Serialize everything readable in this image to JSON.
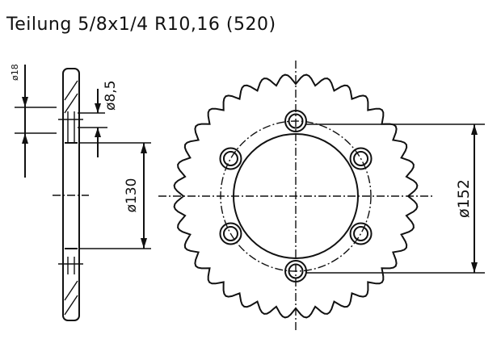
{
  "title": "Teilung 5/8x1/4 R10,16 (520)",
  "dimensions": {
    "hub_hole": "ø18",
    "bolt_hole": "ø8,5",
    "bolt_circle": "ø130",
    "center_bore": "ø152"
  },
  "sprocket": {
    "bolt_holes": 6
  }
}
